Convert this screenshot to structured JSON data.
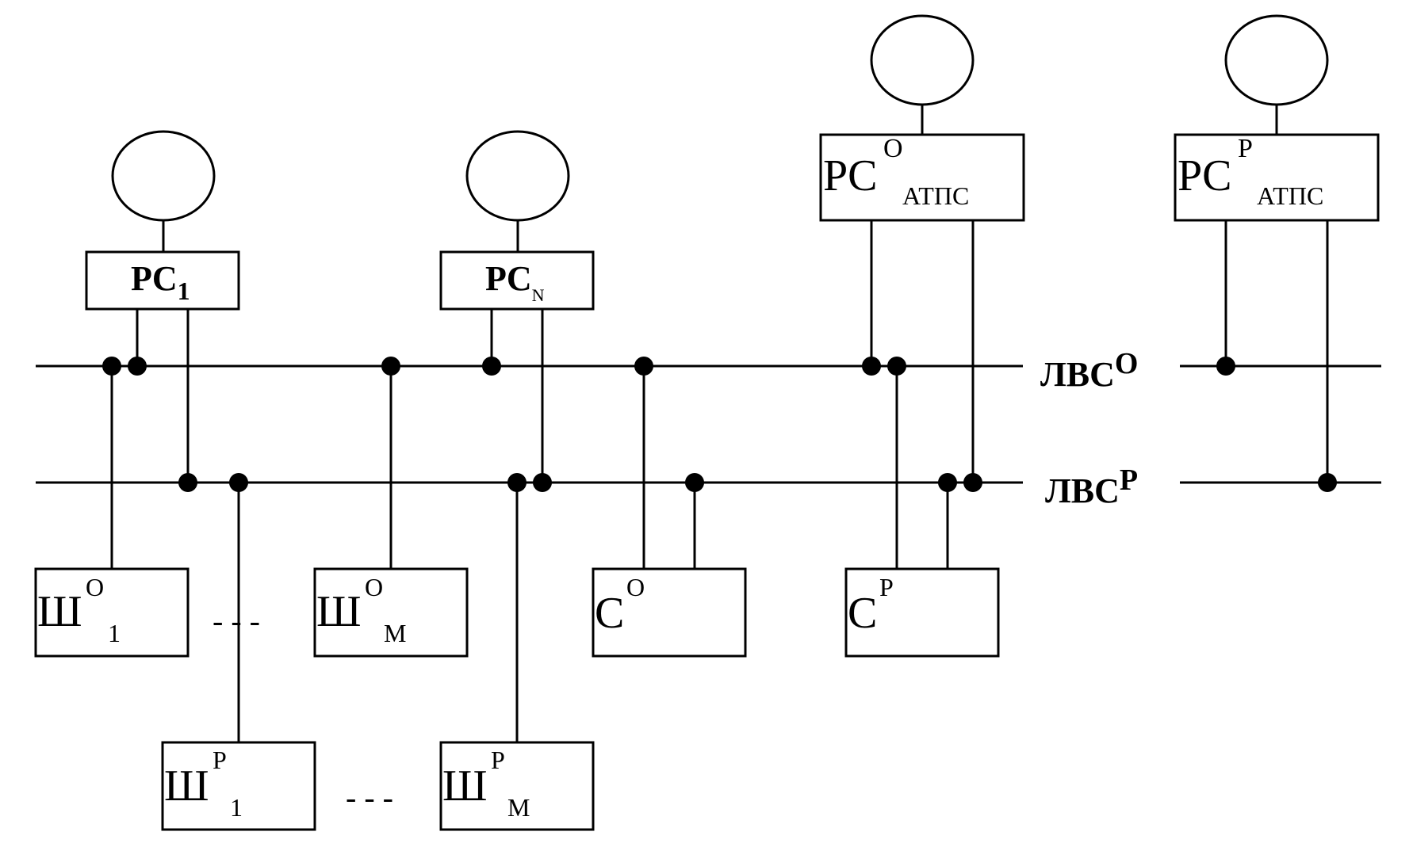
{
  "buses": {
    "lvs_o": {
      "label": "ЛВС",
      "sup": "O"
    },
    "lvs_p": {
      "label": "ЛВС",
      "sup": "P"
    }
  },
  "workstations": {
    "pc1": {
      "main": "PC",
      "sub": "1"
    },
    "pcn": {
      "main": "PC",
      "sub": "N"
    },
    "pco_atps": {
      "main": "PC",
      "sup": "O",
      "sub": "АТПС"
    },
    "pcp_atps": {
      "main": "PC",
      "sup": "P",
      "sub": "АТПС"
    }
  },
  "gateways": {
    "sh_o_1": {
      "main": "Ш",
      "sup": "O",
      "sub": "1"
    },
    "sh_o_m": {
      "main": "Ш",
      "sup": "O",
      "sub": "М"
    },
    "sh_p_1": {
      "main": "Ш",
      "sup": "P",
      "sub": "1"
    },
    "sh_p_m": {
      "main": "Ш",
      "sup": "P",
      "sub": "М"
    }
  },
  "servers": {
    "c_o": {
      "main": "C",
      "sup": "O"
    },
    "c_p": {
      "main": "C",
      "sup": "P"
    }
  },
  "ellipsis": {
    "top": "- - -",
    "bottom": "- - -"
  }
}
